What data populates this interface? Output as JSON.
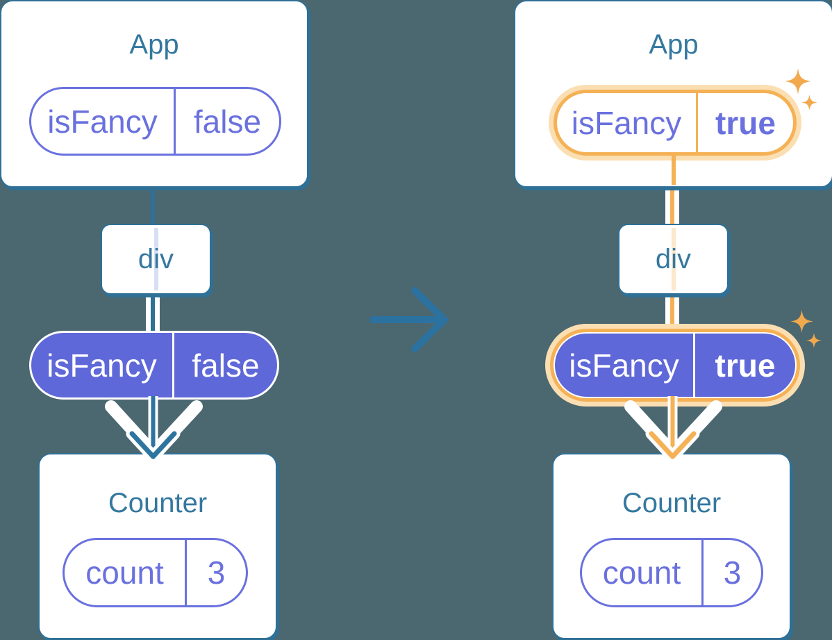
{
  "colors": {
    "background": "#4B6770",
    "card_background": "#FFFFFF",
    "card_border": "#2F7096",
    "title_text": "#35789F",
    "purple_outline_text": "#6A71DE",
    "purple_pill_fill": "#5F68D8",
    "lavender_pass_line": "#D8DEF4",
    "blue_state_line": "#2E7096",
    "blue_arrowhead": "#2E74A0",
    "transition_arrow": "#2B72A1",
    "orange_highlight": "#F5B156",
    "orange_sparkle": "#F2A94E",
    "peach_glow": "#FBDFB2",
    "peach_pass_line": "#FBE8CD",
    "white_pipe": "#FFFFFF"
  },
  "before": {
    "app": {
      "title": "App",
      "state_key": "isFancy",
      "state_value": "false"
    },
    "div": {
      "label": "div"
    },
    "prop": {
      "key": "isFancy",
      "value": "false"
    },
    "counter": {
      "title": "Counter",
      "state_key": "count",
      "state_value": "3"
    }
  },
  "after": {
    "app": {
      "title": "App",
      "state_key": "isFancy",
      "state_value": "true"
    },
    "div": {
      "label": "div"
    },
    "prop": {
      "key": "isFancy",
      "value": "true"
    },
    "counter": {
      "title": "Counter",
      "state_key": "count",
      "state_value": "3"
    }
  },
  "icons": {
    "transition_arrow": "right-arrow",
    "sparkles": "four-point-star"
  }
}
